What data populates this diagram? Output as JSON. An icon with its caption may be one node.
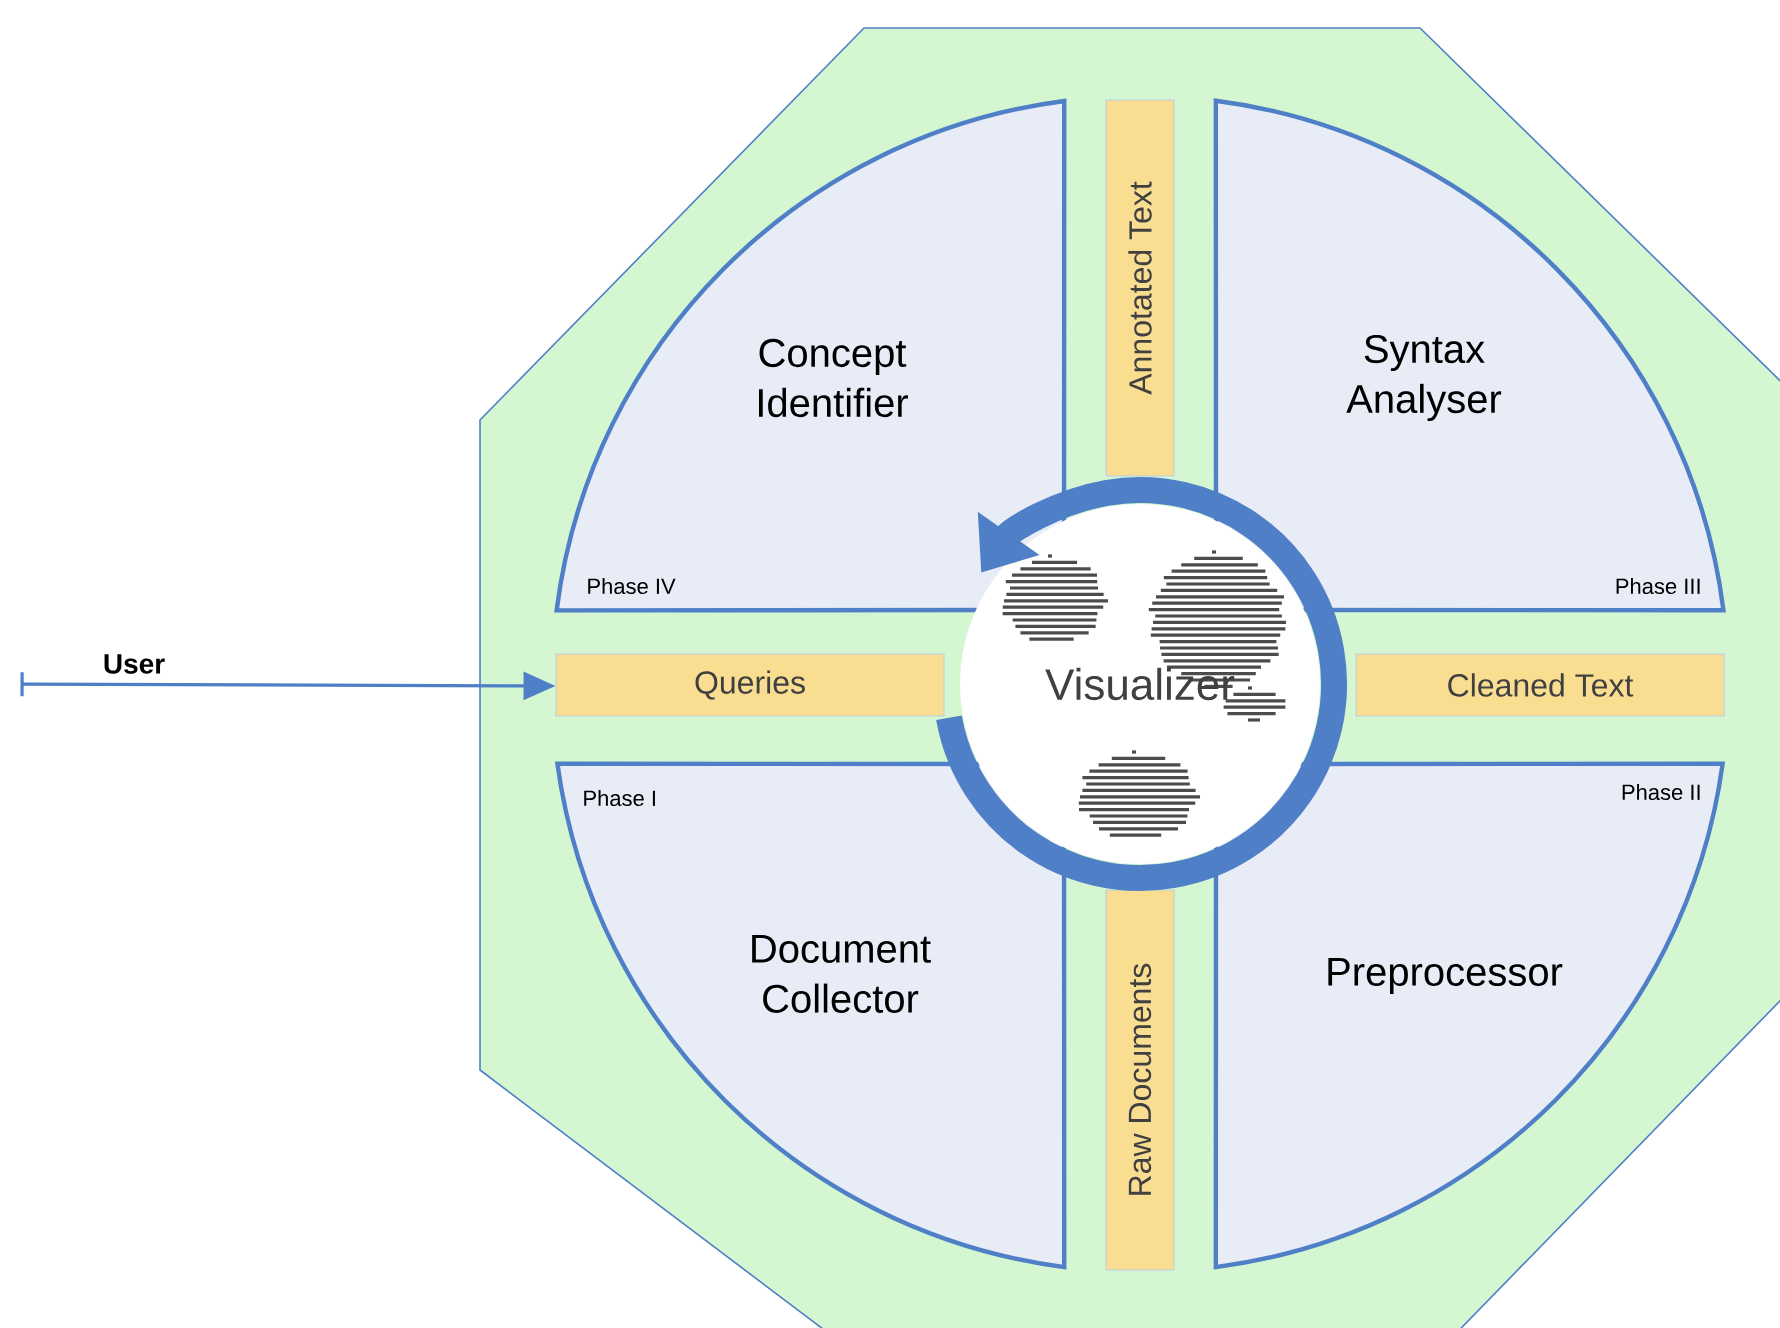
{
  "diagram": {
    "nodes": [
      {
        "text": [
          "Concept Identifier",
          "Phase IV"
        ]
      },
      {
        "text": [
          "Syntax Analyser",
          "Phase III"
        ]
      },
      {
        "text": [
          "Document Collector",
          "Phase I"
        ]
      },
      {
        "text": [
          "Preprocessor",
          "Phase II"
        ]
      },
      {
        "text": [
          "Annotated Text"
        ]
      },
      {
        "text": [
          "Queries"
        ]
      },
      {
        "text": [
          "Cleaned Text"
        ]
      },
      {
        "text": [
          "Raw Documents"
        ]
      },
      {
        "text": [
          "Visualizer"
        ]
      },
      {
        "text": [
          "User"
        ]
      }
    ],
    "edges": [
      {
        "from": 9,
        "to": 5,
        "arrow": "to"
      }
    ]
  }
}
